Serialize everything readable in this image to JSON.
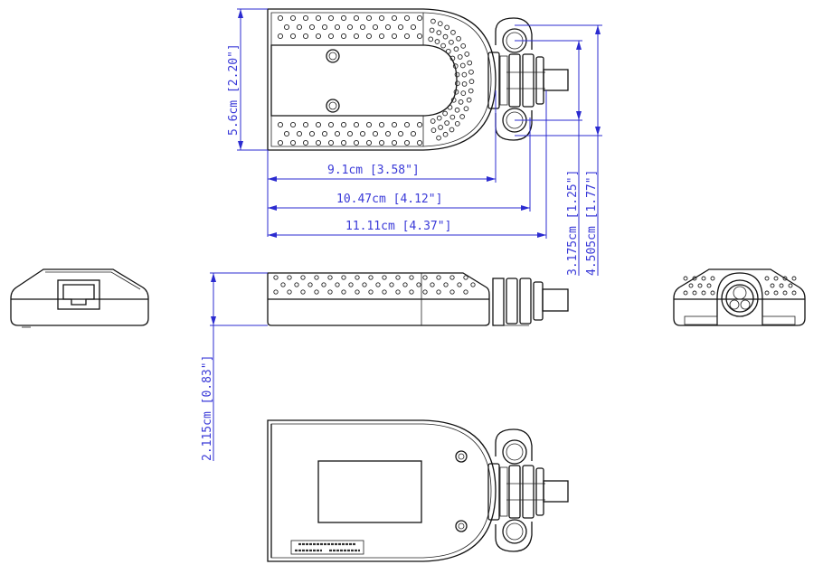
{
  "drawing": {
    "line_color": "#111111",
    "dimension_color": "#2b2bd0",
    "views": [
      "top-view",
      "side-view",
      "front-view-rj45",
      "rear-view-connector",
      "bottom-view"
    ]
  },
  "dimensions": {
    "height": "5.6cm [2.20\"]",
    "body_length": "9.1cm [3.58\"]",
    "length_to_connector": "10.47cm [4.12\"]",
    "overall_length": "11.11cm [4.37\"]",
    "lug_spacing": "3.175cm [1.25\"]",
    "lug_outer": "4.505cm [1.77\"]",
    "thickness": "2.115cm [0.83\"]"
  }
}
